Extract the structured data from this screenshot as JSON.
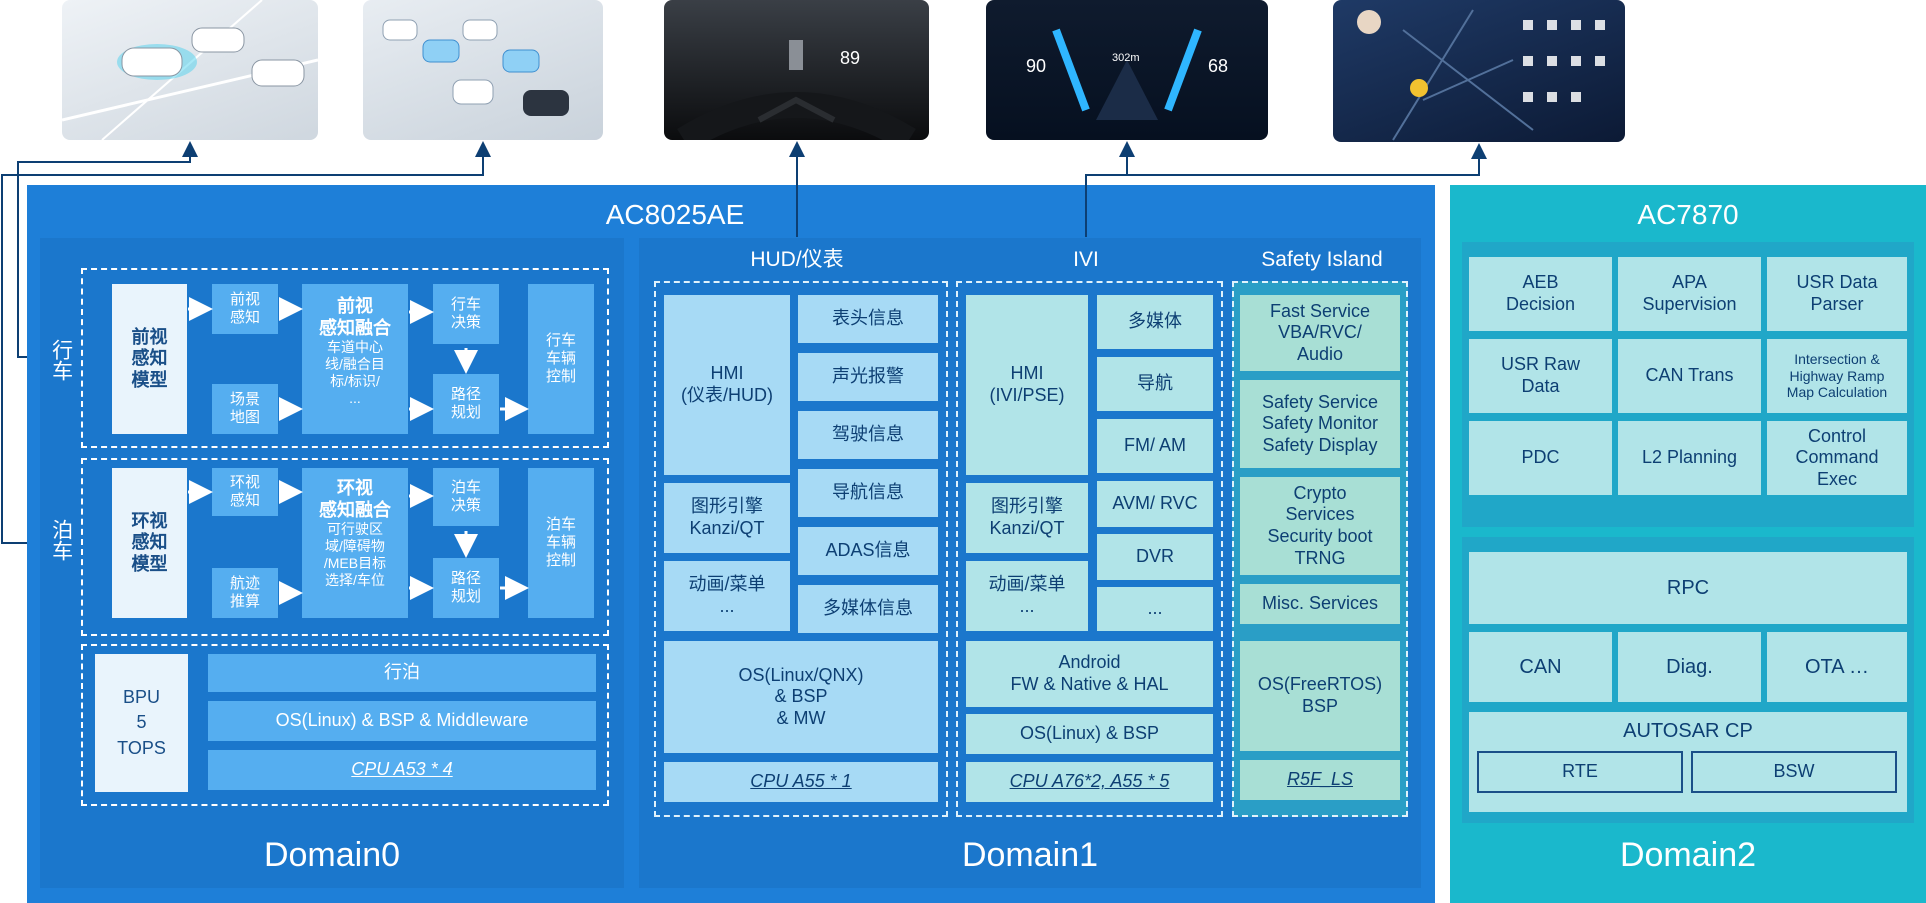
{
  "colors": {
    "domain0_bg": "#1e7fd8",
    "domain1_bg": "#1e7fd8",
    "domain2_bg": "#1ab8cc",
    "line": "#0d3f73"
  },
  "soc_main": {
    "title": "AC8025AE"
  },
  "soc_mcu": {
    "title": "AC7870"
  },
  "domain0": {
    "label": "Domain0",
    "driving": {
      "side_label": "行车",
      "model": "前视\n感知\n模型",
      "front_sense": "前视\n感知",
      "scene_map": "场景\n地图",
      "fusion_title": "前视\n感知融合",
      "fusion_detail": "车道中心\n线/融合目\n标/标识/\n...",
      "decision": "行车\n决策",
      "planning": "路径\n规划",
      "control": "行车\n车辆\n控制"
    },
    "parking": {
      "side_label": "泊车",
      "model": "环视\n感知\n模型",
      "surround_sense": "环视\n感知",
      "track": "航迹\n推算",
      "fusion_title": "环视\n感知融合",
      "fusion_detail": "可行驶区\n域/障碍物\n/MEB目标\n选择/车位",
      "decision": "泊车\n决策",
      "planning": "路径\n规划",
      "control": "泊车\n车辆\n控制"
    },
    "bpu": "BPU\n5\nTOPS",
    "app": "行泊",
    "os": "OS(Linux) &  BSP & Middleware",
    "cpu": "CPU A53 * 4"
  },
  "domain1": {
    "label": "Domain1",
    "hud": {
      "title": "HUD/仪表",
      "hmi": "HMI\n(仪表/HUD)",
      "engine": "图形引擎\nKanzi/QT",
      "anim": "动画/菜单\n...",
      "items": [
        "表头信息",
        "声光报警",
        "驾驶信息",
        "导航信息",
        "ADAS信息",
        "多媒体信息"
      ],
      "os": "OS(Linux/QNX)\n& BSP\n& MW",
      "cpu": "CPU A55 * 1"
    },
    "ivi": {
      "title": "IVI",
      "hmi": "HMI\n(IVI/PSE)",
      "engine": "图形引擎\nKanzi/QT",
      "anim": "动画/菜单\n...",
      "items": [
        "多媒体",
        "导航",
        "FM/ AM",
        "AVM/ RVC",
        "DVR",
        "..."
      ],
      "android": "Android\nFW & Native & HAL",
      "os": "OS(Linux) & BSP",
      "cpu": "CPU A76*2, A55 * 5"
    },
    "safety": {
      "title": "Safety Island",
      "items": [
        "Fast Service\nVBA/RVC/\nAudio",
        "Safety Service\nSafety Monitor\nSafety Display",
        "Crypto\nServices\nSecurity boot\nTRNG",
        "Misc. Services"
      ],
      "os": "OS(FreeRTOS)\nBSP",
      "cpu": "R5F_LS"
    }
  },
  "domain2": {
    "label": "Domain2",
    "apps": [
      "AEB\nDecision",
      "APA\nSupervision",
      "USR Data\nParser",
      "USR Raw\nData",
      "CAN Trans",
      "Intersection &\nHighway Ramp\nMap Calculation",
      "PDC",
      "L2 Planning",
      "Control\nCommand\nExec"
    ],
    "rpc": "RPC",
    "services": [
      "CAN",
      "Diag.",
      "OTA …"
    ],
    "autosar": "AUTOSAR CP",
    "rte": "RTE",
    "bsw": "BSW"
  },
  "previews": {
    "hud_speed": "89",
    "ivi_left": "90",
    "ivi_right": "68",
    "ivi_dist": "302",
    "ivi_unit": "m"
  }
}
